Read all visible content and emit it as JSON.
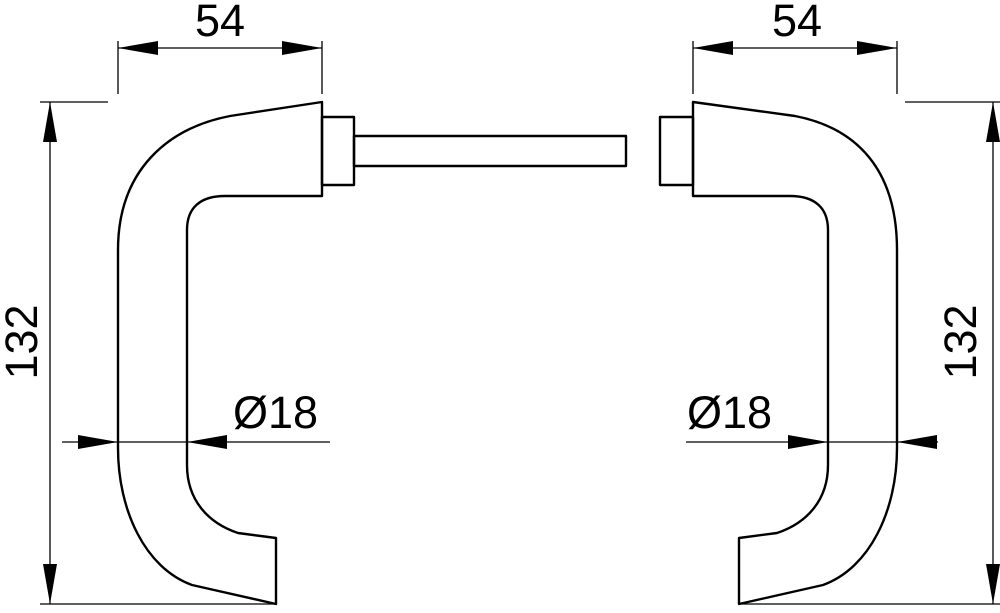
{
  "drawing": {
    "dimensions": {
      "left_width": "54",
      "right_width": "54",
      "left_height": "132",
      "right_height": "132",
      "left_diameter": "Ø18",
      "right_diameter": "Ø18"
    },
    "colors": {
      "line": "#000000",
      "background": "#ffffff"
    }
  }
}
